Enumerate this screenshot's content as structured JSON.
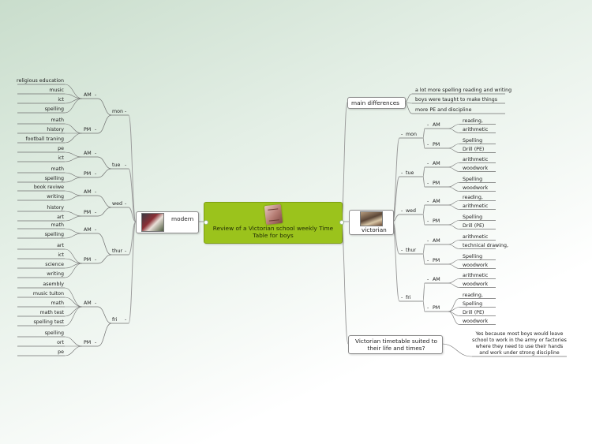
{
  "central": {
    "title": "Review of a Victorian school weekly Time Table for boys",
    "icon": "scroll-icon"
  },
  "modern": {
    "label": "modern",
    "icon": "classroom-photo-icon",
    "days": [
      {
        "label": "mon",
        "am": [
          "religious education",
          "music",
          "ict",
          "spelling"
        ],
        "pm": [
          "math",
          "history",
          "football traning"
        ]
      },
      {
        "label": "tue",
        "am": [
          "pe",
          "ict"
        ],
        "pm": [
          "math",
          "spelling"
        ]
      },
      {
        "label": "wed",
        "am": [
          "book reviwe",
          "writing"
        ],
        "pm": [
          "history",
          "art"
        ]
      },
      {
        "label": "thur",
        "am": [
          "math",
          "spelling"
        ],
        "pm": [
          "art",
          "ict",
          "science",
          "writing"
        ]
      },
      {
        "label": "fri",
        "am": [
          "asembly",
          "music tuiton",
          "math",
          "math test",
          "spelling test"
        ],
        "pm": [
          "spelling",
          "ort",
          "pe"
        ]
      }
    ]
  },
  "right": {
    "main_differences": {
      "label": "main differences",
      "items": [
        "a lot more spelling reading and writing",
        "boys were taught to make things",
        "more PE and discipline"
      ]
    },
    "victorian": {
      "label": "victorian",
      "icon": "victorian-classroom-photo-icon",
      "days": [
        {
          "label": "mon",
          "am": [
            "reading,",
            "arithmetic"
          ],
          "pm": [
            "Spelling",
            "Drill (PE)"
          ]
        },
        {
          "label": "tue",
          "am": [
            "arithmetic",
            "woodwork"
          ],
          "pm": [
            "Spelling",
            "woodwork"
          ]
        },
        {
          "label": "wed",
          "am": [
            "reading,",
            "arithmetic"
          ],
          "pm": [
            "Spelling",
            "Drill (PE)"
          ]
        },
        {
          "label": "thur",
          "am": [
            "arithmetic",
            "technical drawing,"
          ],
          "pm": [
            "Spelling",
            "woodwork"
          ]
        },
        {
          "label": "fri",
          "am": [
            "arithmetic",
            "woodwork"
          ],
          "pm": [
            "reading,",
            "Spelling",
            "Drill (PE)",
            "woodwork"
          ]
        }
      ]
    },
    "question": {
      "label": "Victorian timetable suited to their life and times?",
      "answer": "Yes because most boys would leave school to work in the army or factories where they need to use their hands and work under strong discipline"
    }
  },
  "am_label": "AM",
  "pm_label": "PM",
  "colors": {
    "central": "#9bc31c",
    "branch": "#999999",
    "line": "#6f6f6f"
  }
}
